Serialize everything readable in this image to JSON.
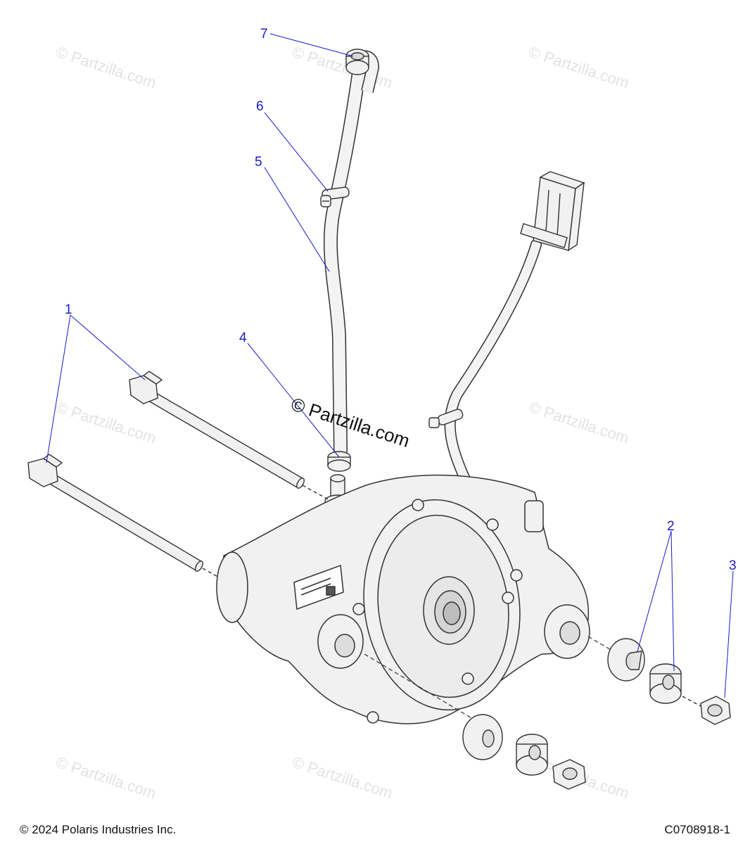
{
  "colors": {
    "callout": "#1a1acc",
    "part_fill": "#f1f1f1",
    "part_stroke": "#333333",
    "watermark": "#e2e2e2"
  },
  "callouts": [
    {
      "id": "1",
      "label": "1"
    },
    {
      "id": "2",
      "label": "2"
    },
    {
      "id": "3",
      "label": "3"
    },
    {
      "id": "4",
      "label": "4"
    },
    {
      "id": "5",
      "label": "5"
    },
    {
      "id": "6",
      "label": "6"
    },
    {
      "id": "7",
      "label": "7"
    }
  ],
  "watermark": {
    "main": "© Partzilla.com",
    "faint": "© Partzilla.com"
  },
  "footer": {
    "copyright": "© 2024 Polaris Industries Inc.",
    "figure_id": "C0708918-1"
  }
}
